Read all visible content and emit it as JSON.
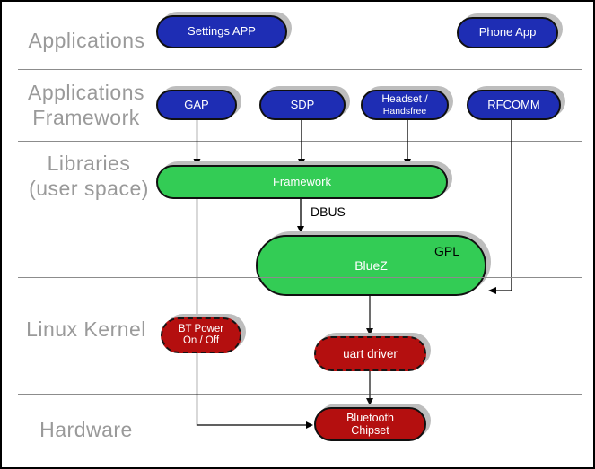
{
  "layers": {
    "applications": {
      "label": "Applications"
    },
    "app_framework": {
      "line1": "Applications",
      "line2": "Framework"
    },
    "libraries": {
      "line1": "Libraries",
      "line2": "(user space)"
    },
    "kernel": {
      "label": "Linux Kernel"
    },
    "hardware": {
      "label": "Hardware"
    }
  },
  "nodes": {
    "settings_app": {
      "label": "Settings APP"
    },
    "phone_app": {
      "label": "Phone App"
    },
    "gap": {
      "label": "GAP"
    },
    "sdp": {
      "label": "SDP"
    },
    "headset": {
      "line1": "Headset /",
      "line2": "Handsfree"
    },
    "rfcomm": {
      "label": "RFCOMM"
    },
    "framework": {
      "label": "Framework"
    },
    "bluez": {
      "label": "BlueZ",
      "license_tag": "GPL"
    },
    "bt_power": {
      "line1": "BT Power",
      "line2": "On / Off"
    },
    "uart_driver": {
      "label": "uart driver"
    },
    "bt_chipset": {
      "line1": "Bluetooth",
      "line2": "Chipset"
    }
  },
  "edges": {
    "dbus_label": "DBUS"
  },
  "colors": {
    "app_node_blue": "#1e2db4",
    "userspace_node_green": "#33cc55",
    "kernel_node_red": "#b40f0f",
    "layer_label_gray": "#9a9a9a",
    "separator_gray": "#8c8c8c",
    "shadow_gray": "#bdbdbd",
    "connector_black": "#000000"
  }
}
